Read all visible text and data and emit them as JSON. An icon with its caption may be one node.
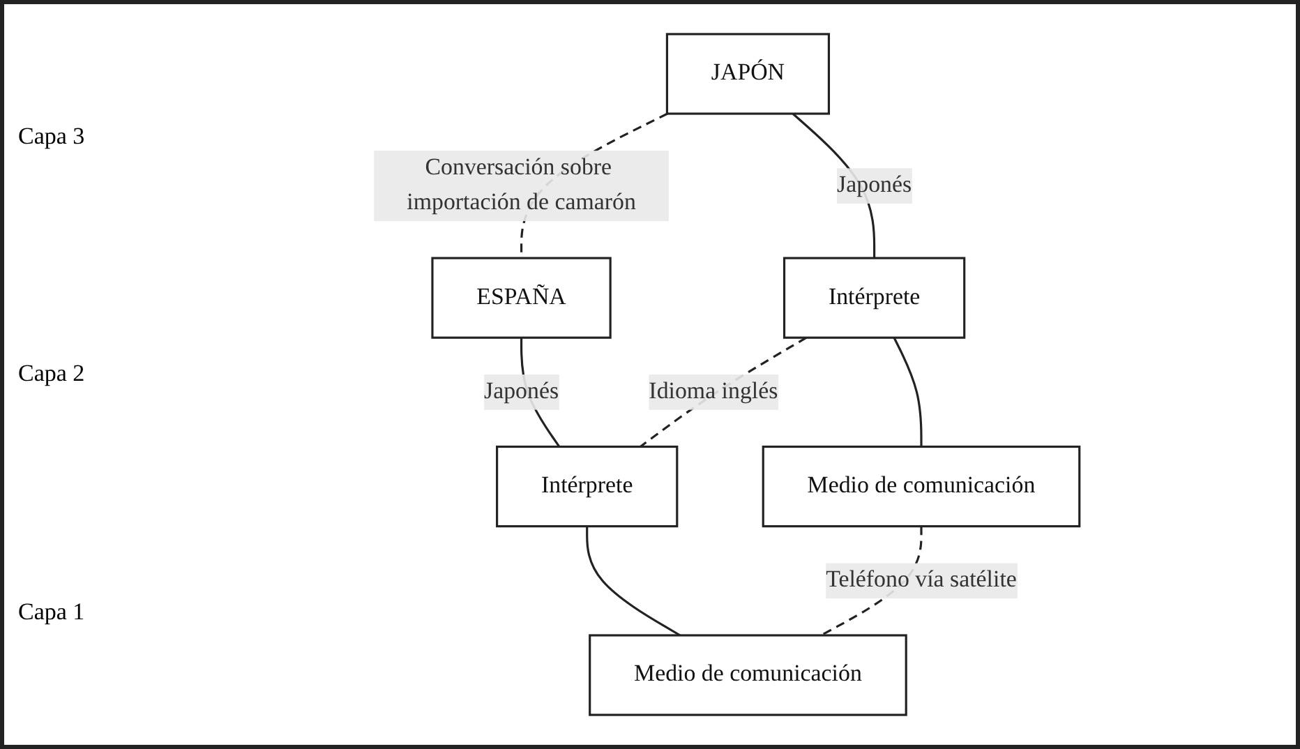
{
  "diagram": {
    "nodes": [
      {
        "text": [
          "JAPÓN"
        ]
      },
      {
        "text": [
          "ESPAÑA"
        ]
      },
      {
        "text": [
          "Intérprete"
        ]
      },
      {
        "text": [
          "Intérprete"
        ]
      },
      {
        "text": [
          "Medio de comunicación"
        ]
      },
      {
        "text": [
          "Medio de comunicación"
        ]
      }
    ],
    "edges": [
      {
        "from": 0,
        "to": 1,
        "arrow": "none",
        "style": "dashed",
        "label": "Conversación sobre importación de camarón"
      },
      {
        "from": 0,
        "to": 2,
        "arrow": "none",
        "label": "Japonés"
      },
      {
        "from": 1,
        "to": 3,
        "arrow": "none",
        "label": "Japonés"
      },
      {
        "from": 2,
        "to": 3,
        "arrow": "none",
        "style": "dashed",
        "label": "Idioma inglés"
      },
      {
        "from": 2,
        "to": 4,
        "arrow": "none"
      },
      {
        "from": 3,
        "to": 5,
        "arrow": "none"
      },
      {
        "from": 4,
        "to": 5,
        "arrow": "none",
        "style": "dashed",
        "label": "Teléfono vía satélite"
      }
    ],
    "labels": [
      "Capa 3",
      "Capa 2",
      "Capa 1"
    ]
  }
}
